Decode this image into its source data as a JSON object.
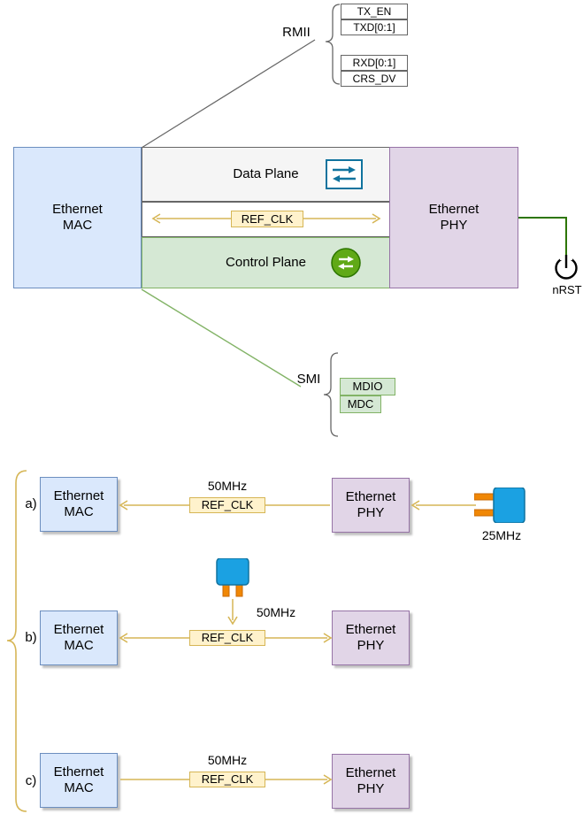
{
  "rmii": {
    "label": "RMII",
    "signals_tx": [
      "TX_EN",
      "TXD[0:1]"
    ],
    "signals_rx": [
      "RXD[0:1]",
      "CRS_DV"
    ]
  },
  "main_diagram": {
    "mac": "Ethernet MAC",
    "phy": "Ethernet PHY",
    "data_plane": "Data Plane",
    "ref_clk": "REF_CLK",
    "control_plane": "Control Plane",
    "nrst": "nRST"
  },
  "smi": {
    "label": "SMI",
    "signals": [
      "MDIO",
      "MDC"
    ]
  },
  "scenarios": [
    {
      "key": "a)",
      "mac": "Ethernet MAC",
      "phy": "Ethernet PHY",
      "freq": "50MHz",
      "ref_clk": "REF_CLK",
      "crystal_freq": "25MHz"
    },
    {
      "key": "b)",
      "mac": "Ethernet MAC",
      "phy": "Ethernet PHY",
      "freq": "50MHz",
      "ref_clk": "REF_CLK"
    },
    {
      "key": "c)",
      "mac": "Ethernet MAC",
      "phy": "Ethernet PHY",
      "freq": "50MHz",
      "ref_clk": "REF_CLK"
    }
  ],
  "icons": {
    "data_plane_icon": "bidirectional-arrows",
    "control_plane_icon": "sync-swap-arrows",
    "nrst_icon": "power-reset-symbol",
    "crystal_icon": "crystal-oscillator"
  },
  "colors": {
    "mac_fill": "#dae8fc",
    "mac_stroke": "#6c8ebf",
    "phy_fill": "#e1d5e7",
    "phy_stroke": "#9673a6",
    "data_plane_fill": "#f5f5f5",
    "data_plane_stroke": "#666666",
    "control_fill": "#d5e8d4",
    "control_stroke": "#82b366",
    "refclk_fill": "#fff2cc",
    "refclk_stroke": "#d6b656",
    "arrow_gold": "#d6b656",
    "wire_green": "#2d7600",
    "smi_line_green": "#82b366",
    "crystal_blue": "#1ba1e2",
    "crystal_orange": "#f08705"
  }
}
